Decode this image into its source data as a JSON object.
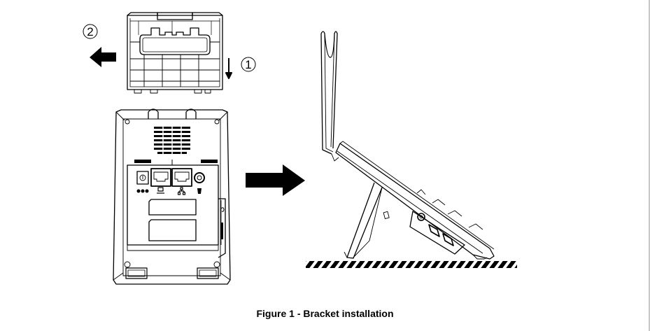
{
  "figure": {
    "caption": "Figure 1 - Bracket installation",
    "steps": [
      {
        "number": "1",
        "direction": "down"
      },
      {
        "number": "2",
        "direction": "left"
      }
    ],
    "views": [
      "bracket-top-view",
      "phone-back-view",
      "phone-side-view-installed"
    ],
    "port_icons": [
      "power-icon",
      "pc-port-icon",
      "network-port-icon",
      "handset-port-icon"
    ]
  }
}
